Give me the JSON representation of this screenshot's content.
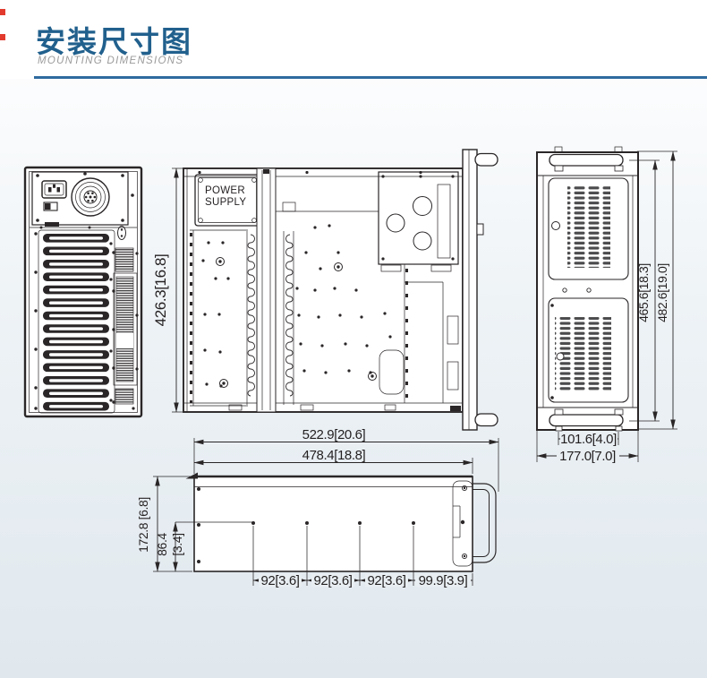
{
  "header": {
    "title": "安装尺寸图",
    "subtitle": "MOUNTING DIMENSIONS"
  },
  "colors": {
    "title_blue": "#21608d",
    "divider_blue": "#2e6b9f",
    "subtitle_gray": "#9a9a9a",
    "line_dark": "#2a2627",
    "accent_red": "#e23b2e",
    "background_top": "#ffffff",
    "background_bottom": "#e0e8ee"
  },
  "top_view": {
    "power_supply_line1": "POWER",
    "power_supply_line2": "SUPPLY",
    "height_dim": "426.3[16.8]"
  },
  "side_view": {
    "inner_height_dim": "465.6[18.3]",
    "outer_height_dim": "482.6[19.0]",
    "handle_span_dim": "101.6[4.0]",
    "width_dim": "177.0[7.0]"
  },
  "bottom_view": {
    "overall_length_dim": "522.9[20.6]",
    "body_length_dim": "478.4[18.8]",
    "height_dim": "172.8 [6.8]",
    "hole_offset_dim_mm": "86.4",
    "hole_offset_dim_in": "[3.4]",
    "hole_spacing_dims": [
      "92[3.6]",
      "92[3.6]",
      "92[3.6]",
      "99.9[3.9]"
    ]
  }
}
